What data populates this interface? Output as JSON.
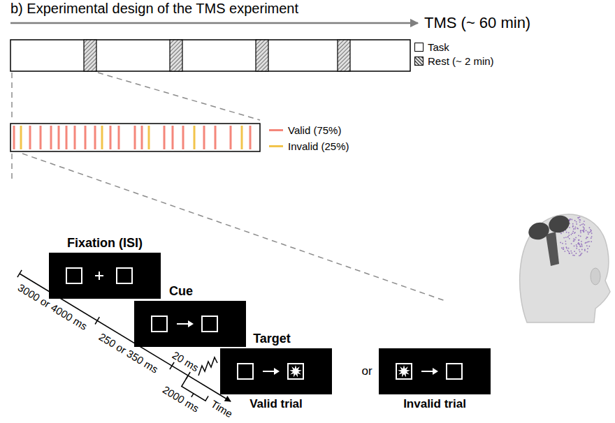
{
  "diagram": {
    "title": "b) Experimental design of the TMS experiment",
    "nodes": [
      {
        "text": [
          "Fixation (ISI)"
        ]
      },
      {
        "text": [
          "Cue"
        ]
      },
      {
        "text": [
          "Target",
          "Valid trial"
        ]
      },
      {
        "text": [
          "Invalid trial"
        ]
      }
    ],
    "labels": [
      "TMS (~ 60 min)",
      "3000 or 4000 ms",
      "250 or 350 ms",
      "20 ms",
      "2000 ms",
      "Time",
      "or"
    ],
    "legend": [
      {
        "text": "Task",
        "color": "#ffffff"
      },
      {
        "text": "Rest (~ 2 min)"
      },
      {
        "text": "Valid (75%)",
        "color": "#f4877b"
      },
      {
        "text": "Invalid (25%)",
        "color": "#f2c44c"
      }
    ]
  }
}
